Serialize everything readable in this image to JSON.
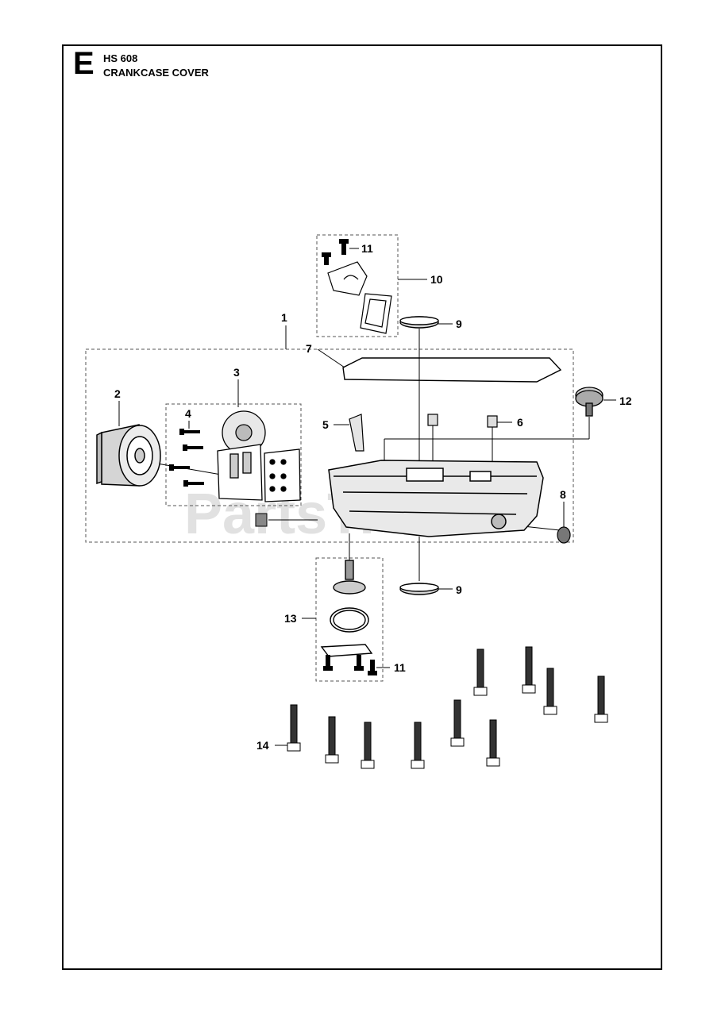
{
  "header": {
    "section_letter": "E",
    "model": "HS 608",
    "title": "CRANKCASE COVER"
  },
  "watermark": "PartsTree",
  "callouts": [
    "1",
    "2",
    "3",
    "4",
    "5",
    "6",
    "7",
    "8",
    "9",
    "9",
    "10",
    "11",
    "11",
    "12",
    "13",
    "14"
  ],
  "icons": [
    "oil-filter-icon",
    "oil-pump-icon",
    "bolt-icon",
    "sump-pan-icon",
    "gasket-icon",
    "oil-seal-icon",
    "gear-icon",
    "o-ring-icon"
  ]
}
